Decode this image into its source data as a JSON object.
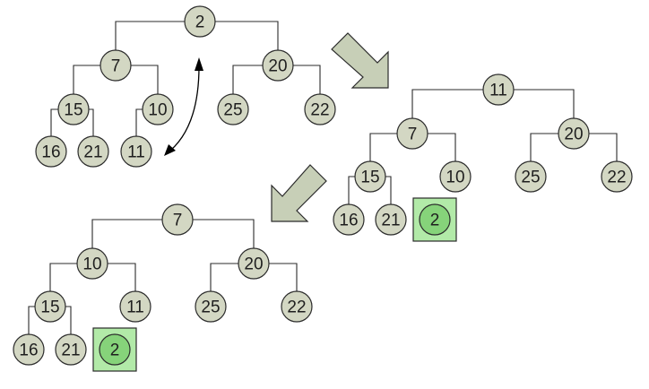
{
  "colors": {
    "node_fill": "#d3d7c3",
    "removed_box_fill": "#b2eaa8",
    "removed_node_fill": "#86d37a",
    "step_arrow_fill": "#c7cfb7"
  },
  "trees": [
    {
      "id": "tree-initial",
      "nodes": [
        {
          "id": "a",
          "label": "2"
        },
        {
          "id": "b",
          "label": "7"
        },
        {
          "id": "c",
          "label": "20"
        },
        {
          "id": "d",
          "label": "15"
        },
        {
          "id": "e",
          "label": "10"
        },
        {
          "id": "f",
          "label": "25"
        },
        {
          "id": "g",
          "label": "22"
        },
        {
          "id": "h",
          "label": "16"
        },
        {
          "id": "i",
          "label": "21"
        },
        {
          "id": "j",
          "label": "11"
        }
      ],
      "edges": [
        [
          "a",
          "b"
        ],
        [
          "a",
          "c"
        ],
        [
          "b",
          "d"
        ],
        [
          "b",
          "e"
        ],
        [
          "c",
          "f"
        ],
        [
          "c",
          "g"
        ],
        [
          "d",
          "h"
        ],
        [
          "d",
          "i"
        ],
        [
          "e",
          "j"
        ]
      ]
    },
    {
      "id": "tree-swapped",
      "nodes": [
        {
          "id": "a",
          "label": "11"
        },
        {
          "id": "b",
          "label": "7"
        },
        {
          "id": "c",
          "label": "20"
        },
        {
          "id": "d",
          "label": "15"
        },
        {
          "id": "e",
          "label": "10"
        },
        {
          "id": "f",
          "label": "25"
        },
        {
          "id": "g",
          "label": "22"
        },
        {
          "id": "h",
          "label": "16"
        },
        {
          "id": "i",
          "label": "21"
        }
      ],
      "edges": [
        [
          "a",
          "b"
        ],
        [
          "a",
          "c"
        ],
        [
          "b",
          "d"
        ],
        [
          "b",
          "e"
        ],
        [
          "c",
          "f"
        ],
        [
          "c",
          "g"
        ],
        [
          "d",
          "h"
        ],
        [
          "d",
          "i"
        ]
      ],
      "removed": "2"
    },
    {
      "id": "tree-final",
      "nodes": [
        {
          "id": "a",
          "label": "7"
        },
        {
          "id": "b",
          "label": "10"
        },
        {
          "id": "c",
          "label": "20"
        },
        {
          "id": "d",
          "label": "15"
        },
        {
          "id": "e",
          "label": "11"
        },
        {
          "id": "f",
          "label": "25"
        },
        {
          "id": "g",
          "label": "22"
        },
        {
          "id": "h",
          "label": "16"
        },
        {
          "id": "i",
          "label": "21"
        }
      ],
      "edges": [
        [
          "a",
          "b"
        ],
        [
          "a",
          "c"
        ],
        [
          "b",
          "d"
        ],
        [
          "b",
          "e"
        ],
        [
          "c",
          "f"
        ],
        [
          "c",
          "g"
        ],
        [
          "d",
          "h"
        ],
        [
          "d",
          "i"
        ]
      ],
      "removed": "2"
    }
  ]
}
